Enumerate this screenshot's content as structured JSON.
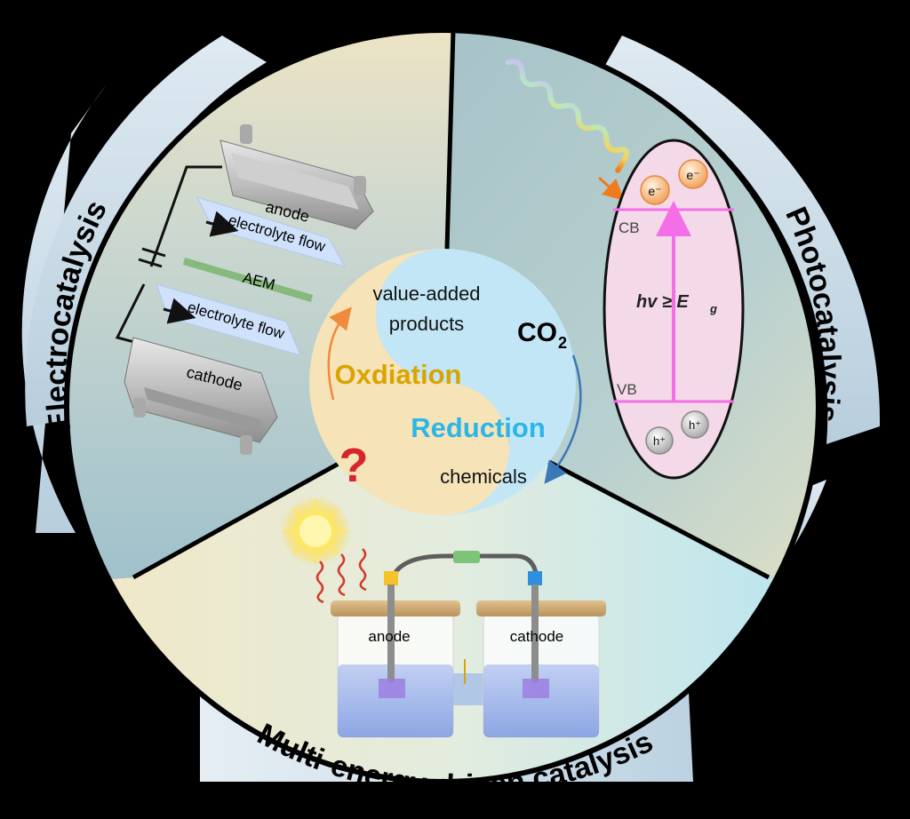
{
  "sections": {
    "electrocatalysis": {
      "title": "Electrocatalysis"
    },
    "photocatalysis": {
      "title": "Photocatalysis"
    },
    "multi_energy": {
      "title": "Multi-energy-driven catalysis"
    }
  },
  "electro_cell": {
    "anode": "anode",
    "cathode": "cathode",
    "membrane": "AEM",
    "flow_top": "electrolyte flow",
    "flow_bottom": "electrolyte flow"
  },
  "center": {
    "products": "value-added products",
    "products_line1": "value-added",
    "products_line2": "products",
    "oxidation": "Oxdiation",
    "reduction": "Reduction",
    "co2_main": "CO",
    "co2_sub": "2",
    "chemicals": "chemicals",
    "question": "?"
  },
  "photo": {
    "cb": "CB",
    "vb": "VB",
    "electron": "e⁻",
    "hole": "h⁺",
    "hv_prefix": "hv ≥ E",
    "hv_sub": "g"
  },
  "multi_cell": {
    "anode": "anode",
    "cathode": "cathode"
  },
  "colors": {
    "electro_bg": "#b9cfd6",
    "photo_bg": "#a9c5cc",
    "multi_bg": "#dcebec",
    "ring_tab": "#cfe1ea",
    "oxidation": "#d9a400",
    "reduction": "#2ab6e8",
    "ellipse": "#f4d9e8",
    "arrow_pink": "#f46ee8"
  }
}
